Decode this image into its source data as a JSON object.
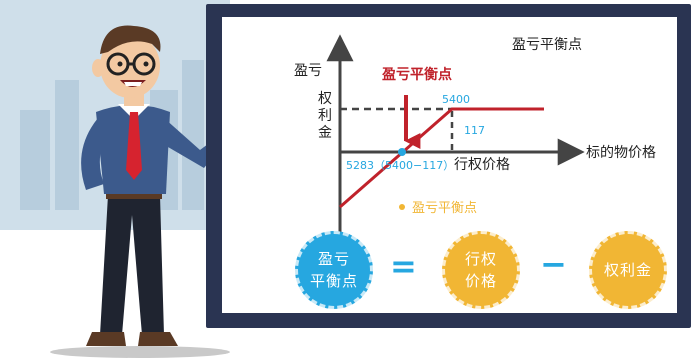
{
  "diagram": {
    "title": "盈亏平衡点",
    "y_axis_label": "盈亏",
    "x_axis_label": "标的物价格",
    "premium_label": [
      "权",
      "利",
      "金"
    ],
    "breakeven_callout": "盈亏平衡点",
    "value_top": "5400",
    "value_diff": "117",
    "breakeven_formula": "5283（5400−117）",
    "strike_label": "行权价格",
    "legend_item": "盈亏平衡点"
  },
  "equation": {
    "left": [
      "盈亏",
      "平衡点"
    ],
    "equals": "=",
    "middle": [
      "行权",
      "价格"
    ],
    "minus": "−",
    "right": "权利金"
  },
  "colors": {
    "board": "#2a3452",
    "red": "#c0222b",
    "blue": "#26a7e0",
    "yellow": "#f1b634",
    "axis": "#444444"
  }
}
